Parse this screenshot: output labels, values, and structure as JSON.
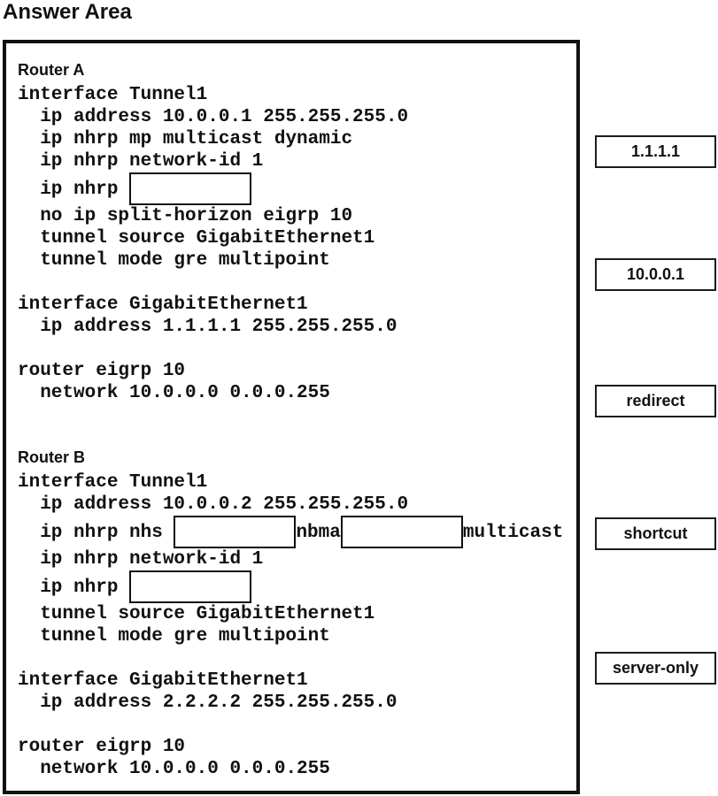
{
  "title": "Answer Area",
  "panel": {
    "sections": [
      {
        "header": "Router A",
        "lines": [
          {
            "parts": [
              "interface Tunnel1"
            ]
          },
          {
            "parts": [
              "  ip address 10.0.0.1 255.255.255.0"
            ]
          },
          {
            "parts": [
              "  ip nhrp mp multicast dynamic"
            ]
          },
          {
            "parts": [
              "  ip nhrp network-id 1"
            ]
          },
          {
            "parts": [
              "  ip nhrp ",
              {
                "blank": "router-a-nhrp-drop-target"
              }
            ]
          },
          {
            "parts": [
              "  no ip split-horizon eigrp 10"
            ]
          },
          {
            "parts": [
              "  tunnel source GigabitEthernet1"
            ]
          },
          {
            "parts": [
              "  tunnel mode gre multipoint"
            ]
          },
          {
            "parts": [
              ""
            ]
          },
          {
            "parts": [
              "interface GigabitEthernet1"
            ]
          },
          {
            "parts": [
              "  ip address 1.1.1.1 255.255.255.0"
            ]
          },
          {
            "parts": [
              ""
            ]
          },
          {
            "parts": [
              "router eigrp 10"
            ]
          },
          {
            "parts": [
              "  network 10.0.0.0 0.0.0.255"
            ]
          },
          {
            "parts": [
              ""
            ]
          },
          {
            "parts": [
              ""
            ]
          }
        ]
      },
      {
        "header": "Router B",
        "lines": [
          {
            "parts": [
              "interface Tunnel1"
            ]
          },
          {
            "parts": [
              "  ip address 10.0.0.2 255.255.255.0"
            ]
          },
          {
            "parts": [
              "  ip nhrp nhs ",
              {
                "blank": "router-b-nhs-drop-target"
              },
              "nbma",
              {
                "blank": "router-b-nbma-drop-target"
              },
              "multicast"
            ]
          },
          {
            "parts": [
              "  ip nhrp network-id 1"
            ]
          },
          {
            "parts": [
              "  ip nhrp ",
              {
                "blank": "router-b-nhrp-drop-target"
              }
            ]
          },
          {
            "parts": [
              "  tunnel source GigabitEthernet1"
            ]
          },
          {
            "parts": [
              "  tunnel mode gre multipoint"
            ]
          },
          {
            "parts": [
              ""
            ]
          },
          {
            "parts": [
              "interface GigabitEthernet1"
            ]
          },
          {
            "parts": [
              "  ip address 2.2.2.2 255.255.255.0"
            ]
          },
          {
            "parts": [
              ""
            ]
          },
          {
            "parts": [
              "router eigrp 10"
            ]
          },
          {
            "parts": [
              "  network 10.0.0.0 0.0.0.255"
            ]
          }
        ]
      }
    ]
  },
  "options": [
    {
      "label": "1.1.1.1"
    },
    {
      "label": "10.0.0.1"
    },
    {
      "label": "redirect"
    },
    {
      "label": "shortcut"
    },
    {
      "label": "server-only"
    }
  ],
  "colors": {
    "text": "#111111",
    "border": "#111111",
    "background": "#ffffff"
  }
}
